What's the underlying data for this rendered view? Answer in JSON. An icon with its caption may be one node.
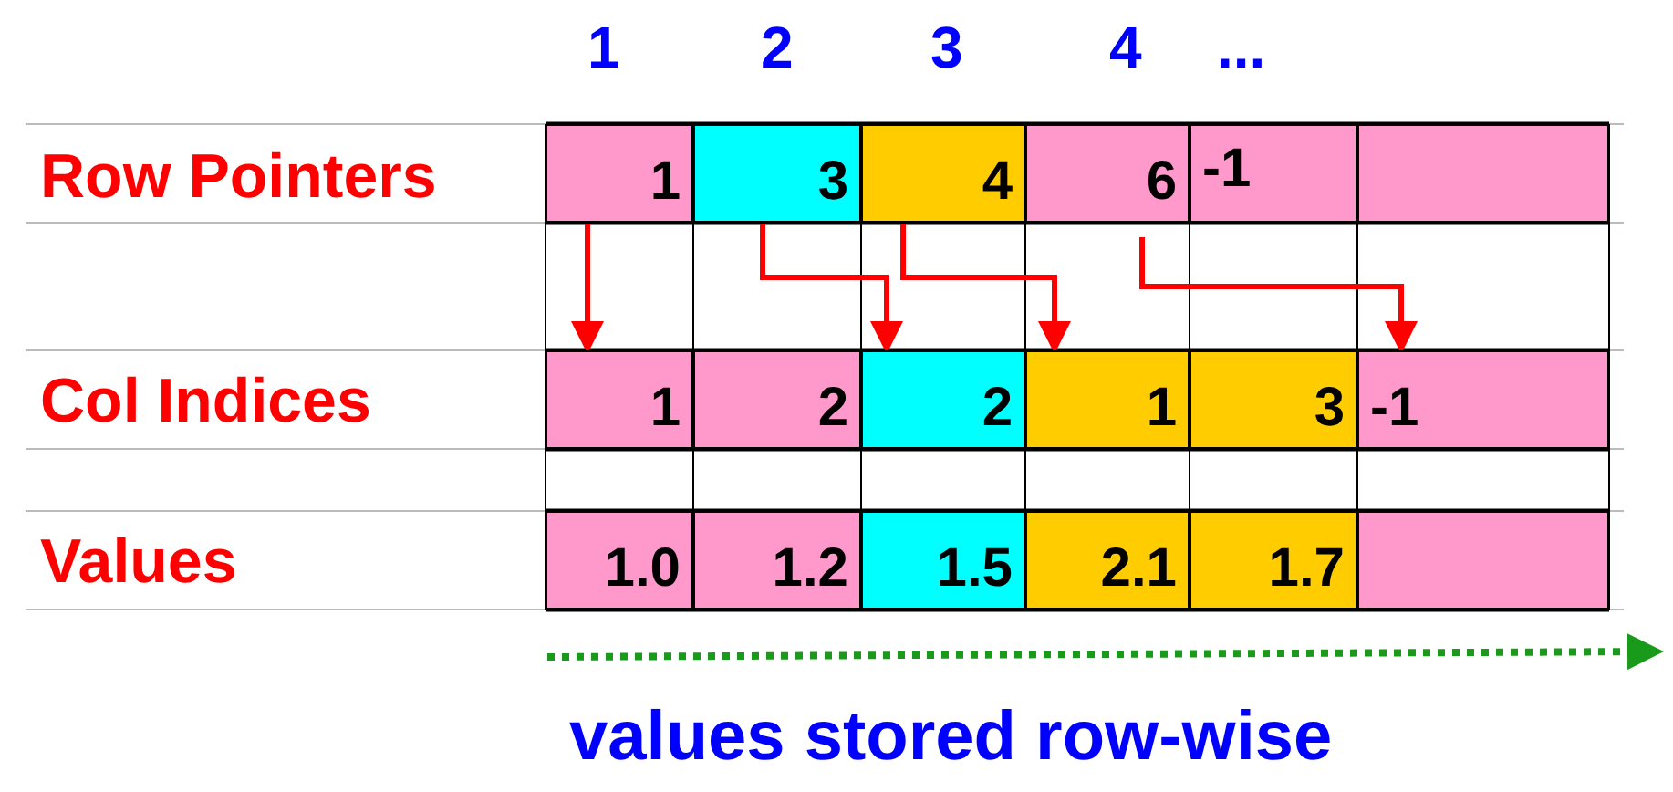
{
  "diagram": {
    "nodes": [
      {
        "text": [
          "1"
        ]
      },
      {
        "text": [
          "3"
        ]
      },
      {
        "text": [
          "4"
        ]
      },
      {
        "text": [
          "6"
        ]
      },
      {
        "text": [
          "-1"
        ]
      },
      {
        "text": [],
        "shape": "box"
      },
      {
        "text": [
          "1"
        ]
      },
      {
        "text": [
          "2"
        ]
      },
      {
        "text": [
          "2"
        ]
      },
      {
        "text": [
          "1"
        ]
      },
      {
        "text": [
          "3"
        ]
      },
      {
        "text": [
          "-1"
        ]
      },
      {
        "text": [
          "1.0"
        ]
      },
      {
        "text": [
          "1.2"
        ]
      },
      {
        "text": [
          "1.5"
        ]
      },
      {
        "text": [
          "2.1"
        ]
      },
      {
        "text": [
          "1.7"
        ]
      },
      {
        "text": [],
        "shape": "box"
      }
    ],
    "edges": [
      {
        "from": 0,
        "to": 6,
        "arrow": "to"
      },
      {
        "from": 1,
        "to": 8,
        "arrow": "to"
      },
      {
        "from": 2,
        "to": 9,
        "arrow": "to"
      },
      {
        "from": 3,
        "to": 11,
        "arrow": "to"
      }
    ],
    "labels": [
      "1",
      "2",
      "3",
      "4",
      "...",
      "Row Pointers",
      "Col Indices",
      "Values",
      "values stored row-wise"
    ]
  }
}
